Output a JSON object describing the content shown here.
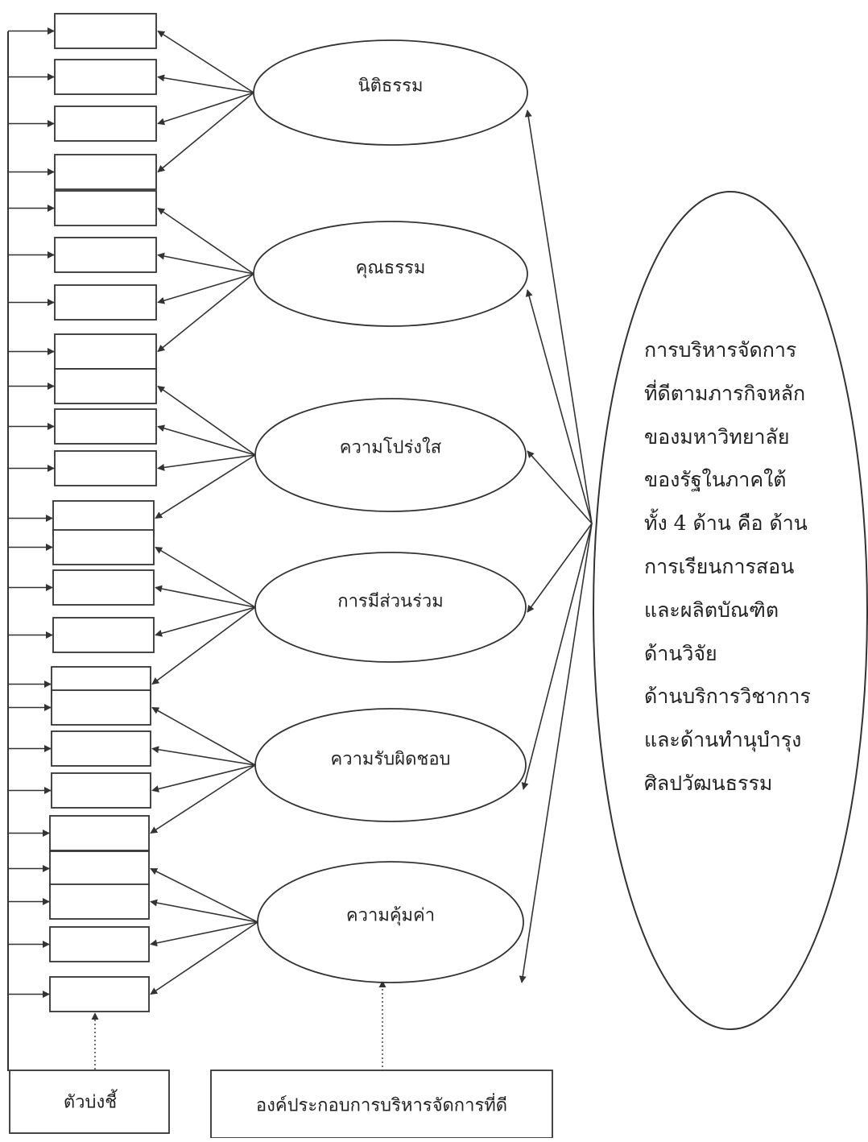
{
  "factors": [
    {
      "label": "นิติธรรม"
    },
    {
      "label": "คุณธรรม"
    },
    {
      "label": "ความโปร่งใส"
    },
    {
      "label": "การมีส่วนร่วม"
    },
    {
      "label": "ความรับผิดชอบ"
    },
    {
      "label": "ความคุ้มค่า"
    }
  ],
  "main_construct": {
    "lines": [
      "การบริหารจัดการ",
      "ที่ดีตามภารกิจหลัก",
      "ของมหาวิทยาลัย",
      "ของรัฐในภาคใต้",
      "ทั้ง 4 ด้าน คือ ด้าน",
      "การเรียนการสอน",
      "และผลิตบัณฑิต",
      "ด้านวิจัย",
      "ด้านบริการวิชาการ",
      "และด้านทำนุบำรุง",
      "ศิลปวัฒนธรรม"
    ]
  },
  "captions": {
    "indicator": "ตัวบ่งชี้",
    "component": "องค์ประกอบการบริหารจัดการที่ดี"
  }
}
